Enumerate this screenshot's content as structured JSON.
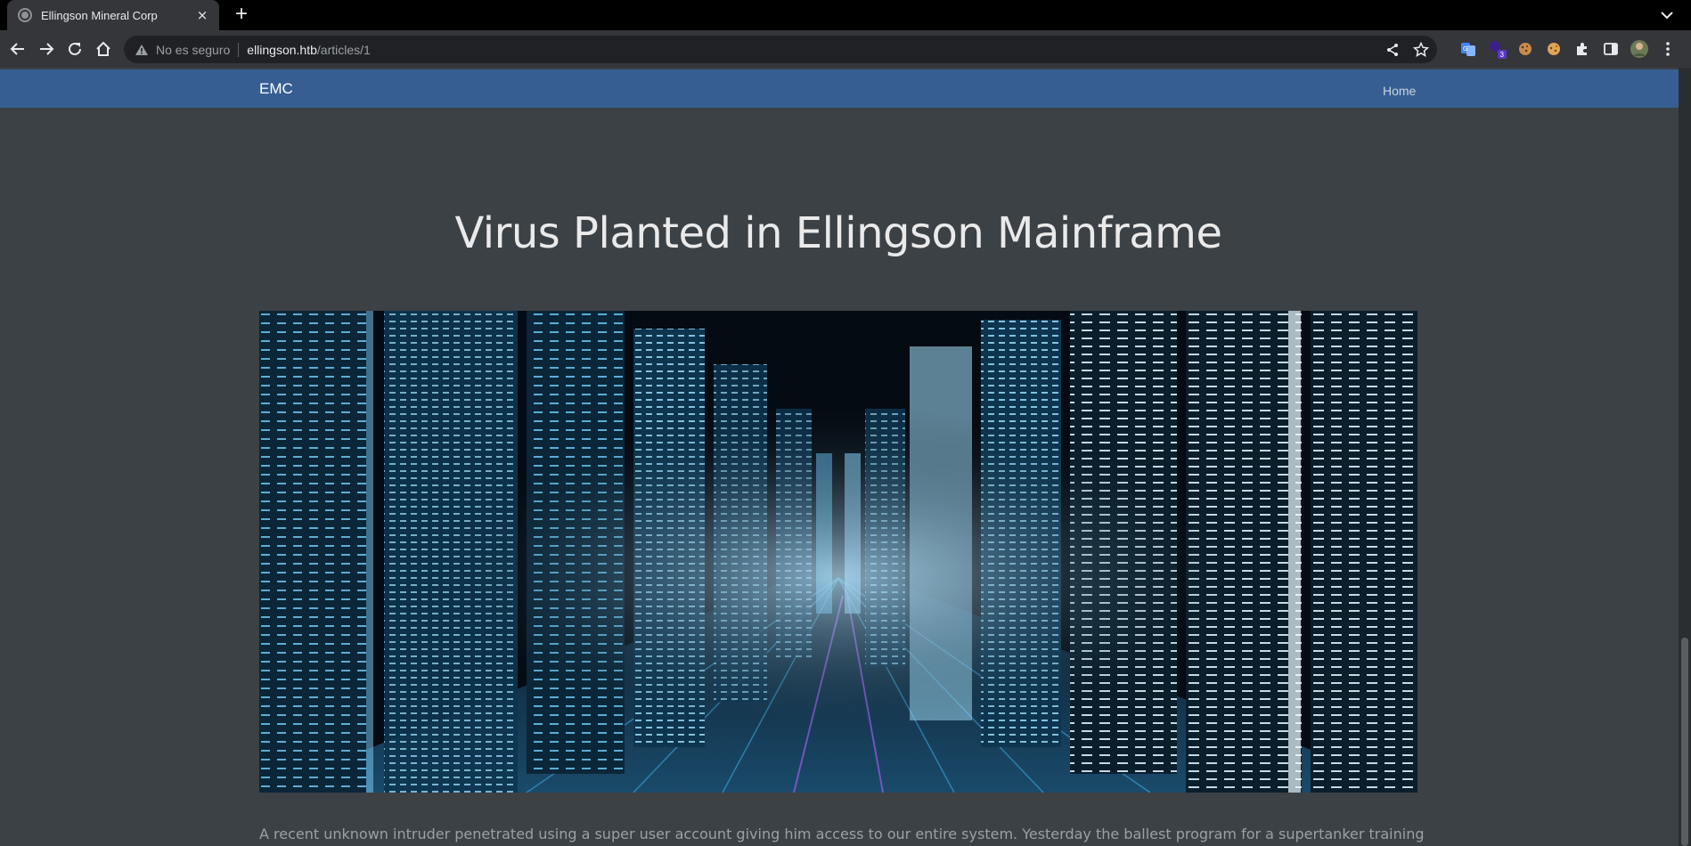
{
  "browser": {
    "tab_title": "Ellingson Mineral Corp",
    "tab_close": "×",
    "new_tab": "+",
    "security_label": "No es seguro",
    "url_host": "ellingson.htb",
    "url_path": "/articles/1",
    "extension_badge": "3"
  },
  "site": {
    "brand": "EMC",
    "nav": {
      "home": "Home"
    }
  },
  "article": {
    "title": "Virus Planted in Ellingson Mainframe",
    "body": "A recent unknown intruder penetrated using a super user account giving him access to our entire system. Yesterday the ballest program for a supertanker training"
  },
  "colors": {
    "navbar": "#365e92",
    "page_bg": "#3c4146"
  }
}
